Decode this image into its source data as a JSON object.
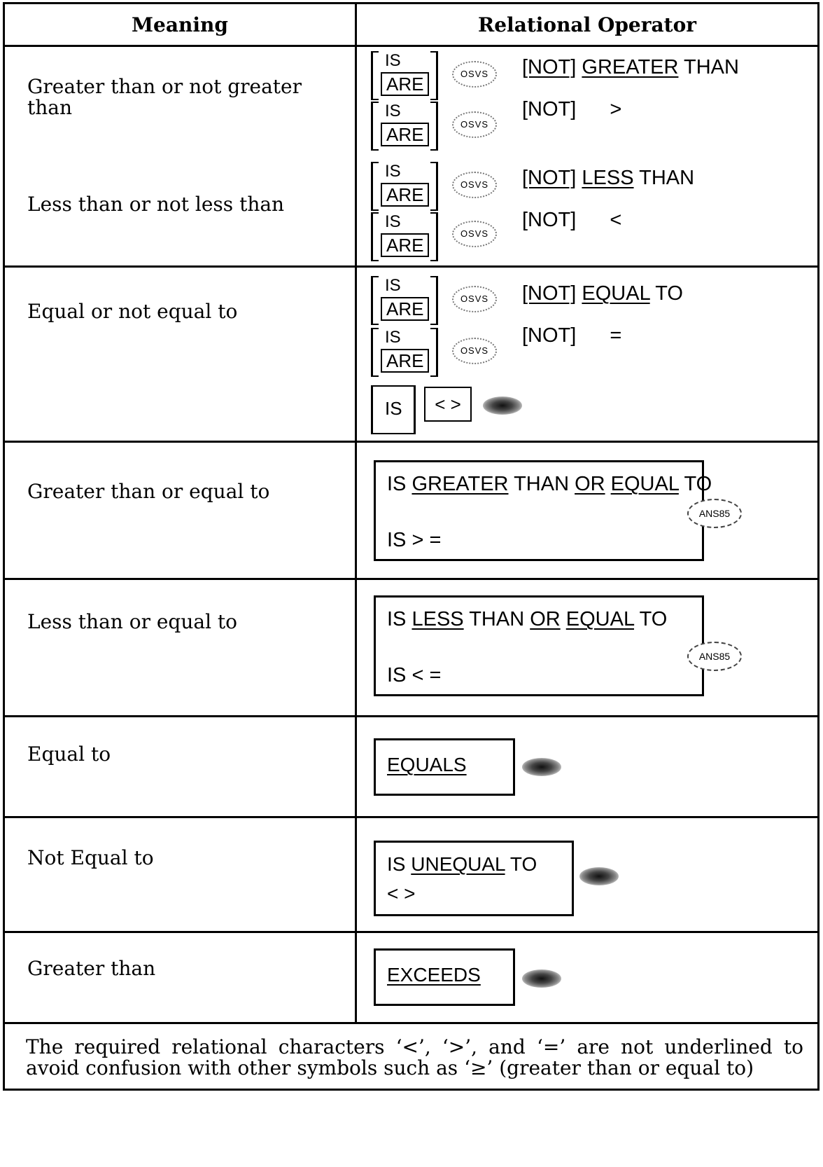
{
  "header": {
    "meaning": "Meaning",
    "operator": "Relational Operator"
  },
  "rows": {
    "greater_less": {
      "meaning_1": "Greater than or not greater than",
      "meaning_2": "Less than or not less than",
      "op1_not": "[NOT]",
      "op1_word": "GREATER",
      "op1_rest": "THAN",
      "op2": "[NOT]",
      "op2_sym": ">",
      "op3_not": "[NOT]",
      "op3_word": "LESS",
      "op3_rest": "THAN",
      "op4": "[NOT]",
      "op4_sym": "<"
    },
    "equal": {
      "meaning": "Equal or not equal to",
      "op1_not": "[NOT]",
      "op1_word": "EQUAL",
      "op1_rest": "TO",
      "op2": "[NOT]",
      "op2_sym": "=",
      "op3_is": "IS",
      "op3_box": "< >"
    },
    "gte": {
      "meaning": "Greater than or equal to",
      "line1_a": "IS",
      "line1_b": "GREATER",
      "line1_c": "THAN",
      "line1_d": "OR",
      "line1_e": "EQUAL",
      "line1_f": "TO",
      "line2": "IS > =",
      "tag": "ANS85"
    },
    "lte": {
      "meaning": "Less than or equal to",
      "line1_a": "IS",
      "line1_b": "LESS",
      "line1_c": "THAN",
      "line1_d": "OR",
      "line1_e": "EQUAL",
      "line1_f": "TO",
      "line2": "IS < =",
      "tag": "ANS85"
    },
    "eq": {
      "meaning": "Equal to",
      "op": "EQUALS"
    },
    "neq": {
      "meaning": "Not Equal to",
      "line1_a": "IS",
      "line1_b": "UNEQUAL",
      "line1_c": "TO",
      "line2": "< >"
    },
    "gt": {
      "meaning": "Greater than",
      "op": "EXCEEDS"
    }
  },
  "labels": {
    "is": "IS",
    "are": "ARE",
    "osvs": "OSVS"
  },
  "footnote": "The required relational characters ‘<’, ‘>’, and ‘=’ are not underlined to avoid confusion with other symbols such as ‘≥’ (greater than or equal to)"
}
